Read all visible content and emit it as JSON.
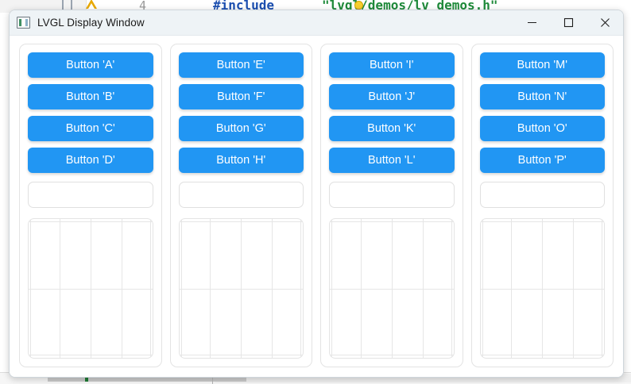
{
  "background_ide": {
    "line_number": "4",
    "code_include": "#include",
    "code_string": "\"lvgl/demos/lv_demos.h\"",
    "warning_icon": "warning-triangle-icon",
    "quickfix_icon": "lightbulb-icon"
  },
  "window": {
    "title": "LVGL Display Window",
    "app_icon": "lvgl-app-icon",
    "controls": {
      "minimize": "minimize-icon",
      "maximize": "maximize-icon",
      "close": "close-icon"
    }
  },
  "colors": {
    "button_blue": "#2196f3",
    "button_text": "#ffffff",
    "panel_border": "#e3e3e3",
    "titlebar_bg": "#eef3f6",
    "grid_line": "#e6e6e6"
  },
  "panels": [
    {
      "name": "panel-1",
      "buttons": [
        "Button 'A'",
        "Button 'B'",
        "Button 'C'",
        "Button 'D'"
      ],
      "textarea_value": "",
      "textarea_placeholder": ""
    },
    {
      "name": "panel-2",
      "buttons": [
        "Button 'E'",
        "Button 'F'",
        "Button 'G'",
        "Button 'H'"
      ],
      "textarea_value": "",
      "textarea_placeholder": ""
    },
    {
      "name": "panel-3",
      "buttons": [
        "Button 'I'",
        "Button 'J'",
        "Button 'K'",
        "Button 'L'"
      ],
      "textarea_value": "",
      "textarea_placeholder": ""
    },
    {
      "name": "panel-4",
      "buttons": [
        "Button 'M'",
        "Button 'N'",
        "Button 'O'",
        "Button 'P'"
      ],
      "textarea_value": "",
      "textarea_placeholder": ""
    }
  ],
  "chart_data": {
    "type": "line",
    "title": "",
    "xlabel": "",
    "ylabel": "",
    "series": [],
    "grid": true,
    "v_division_count": 3,
    "h_division_count": 1,
    "note": "Empty LVGL chart widget — grid only, no plotted series"
  }
}
